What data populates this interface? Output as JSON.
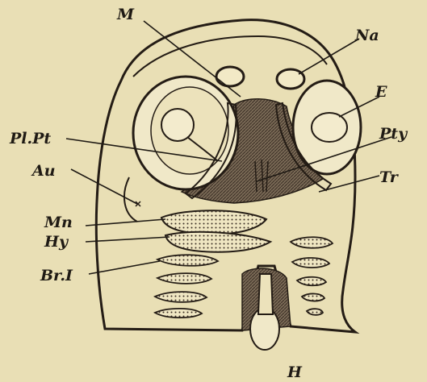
{
  "figure": {
    "labels": {
      "M": "M",
      "Na": "Na",
      "E": "E",
      "PlPt": "Pl.Pt",
      "Pty": "Pty",
      "Tr": "Tr",
      "Au": "Au",
      "Mn": "Mn",
      "Hy": "Hy",
      "BrI": "Br.I",
      "H": "H"
    },
    "colors": {
      "paper": "#e9dfb5",
      "ink": "#241c15",
      "shade": "#6a5a48"
    }
  }
}
